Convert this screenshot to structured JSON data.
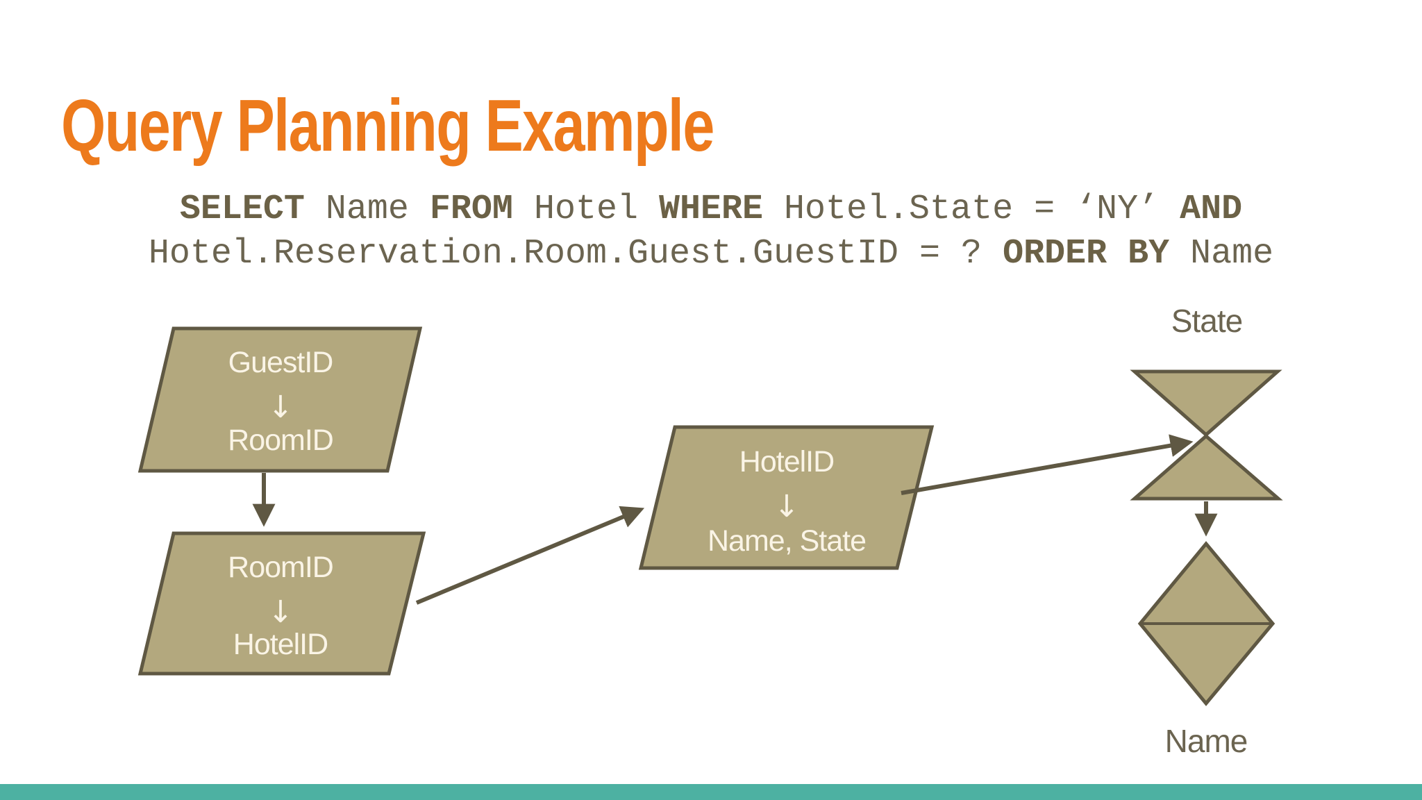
{
  "title": "Query Planning Example",
  "sql": {
    "line1": [
      {
        "t": "SELECT",
        "b": true
      },
      {
        "t": " Name ",
        "b": false
      },
      {
        "t": "FROM",
        "b": true
      },
      {
        "t": " Hotel ",
        "b": false
      },
      {
        "t": "WHERE",
        "b": true
      },
      {
        "t": " Hotel.State = ‘NY’ ",
        "b": false
      },
      {
        "t": "AND",
        "b": true
      }
    ],
    "line2": [
      {
        "t": "Hotel.Reservation.Room.Guest.GuestID = ? ",
        "b": false
      },
      {
        "t": "ORDER BY",
        "b": true
      },
      {
        "t": " Name",
        "b": false
      }
    ]
  },
  "diagram": {
    "nodes": [
      {
        "input": "GuestID",
        "arrow": "↓",
        "output": "RoomID"
      },
      {
        "input": "RoomID",
        "arrow": "↓",
        "output": "HotelID"
      },
      {
        "input": "HotelID",
        "arrow": "↓",
        "output": "Name, State"
      }
    ],
    "state_label": "State",
    "name_label": "Name"
  },
  "colors": {
    "title": "#ED7A1C",
    "sql_text": "#6b6450",
    "shape_fill": "#b3a87e",
    "shape_stroke": "#5f5843",
    "shape_label_text": "#faf4e6",
    "diagram_caption_text": "#6b6450",
    "footer_bar": "#4db1a2",
    "background": "#ffffff"
  }
}
